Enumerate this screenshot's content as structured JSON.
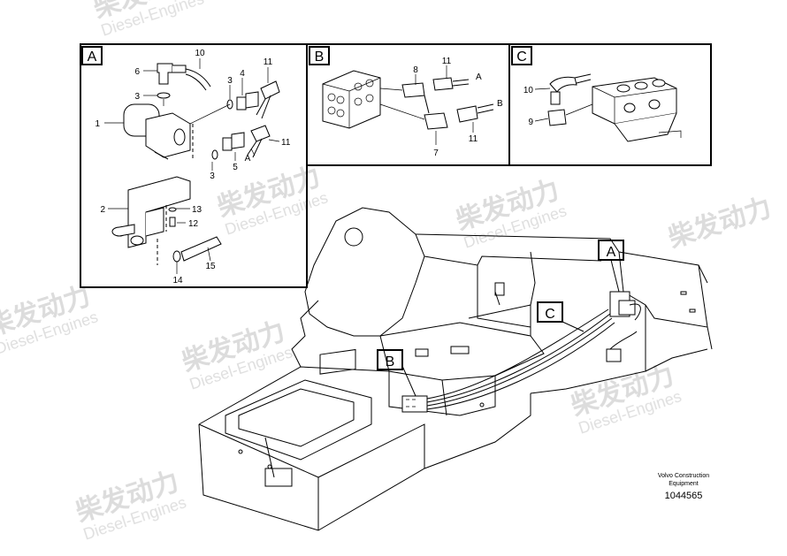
{
  "watermark": {
    "brand": "柴发动力",
    "sub": "Diesel-Engines"
  },
  "panels": {
    "A": {
      "letter": "A",
      "callouts": [
        "1",
        "2",
        "3",
        "3",
        "3",
        "4",
        "5",
        "6",
        "10",
        "11",
        "11",
        "12",
        "13",
        "14",
        "15"
      ],
      "port_label": "A"
    },
    "B": {
      "letter": "B",
      "callouts": [
        "8",
        "11",
        "7",
        "11"
      ],
      "port_labels": [
        "A",
        "B"
      ]
    },
    "C": {
      "letter": "C",
      "callouts": [
        "10",
        "9"
      ]
    }
  },
  "main_callouts": [
    "A",
    "C",
    "B"
  ],
  "footer": {
    "company_line1": "Volvo Construction",
    "company_line2": "Equipment",
    "drawing_number": "1044565"
  }
}
